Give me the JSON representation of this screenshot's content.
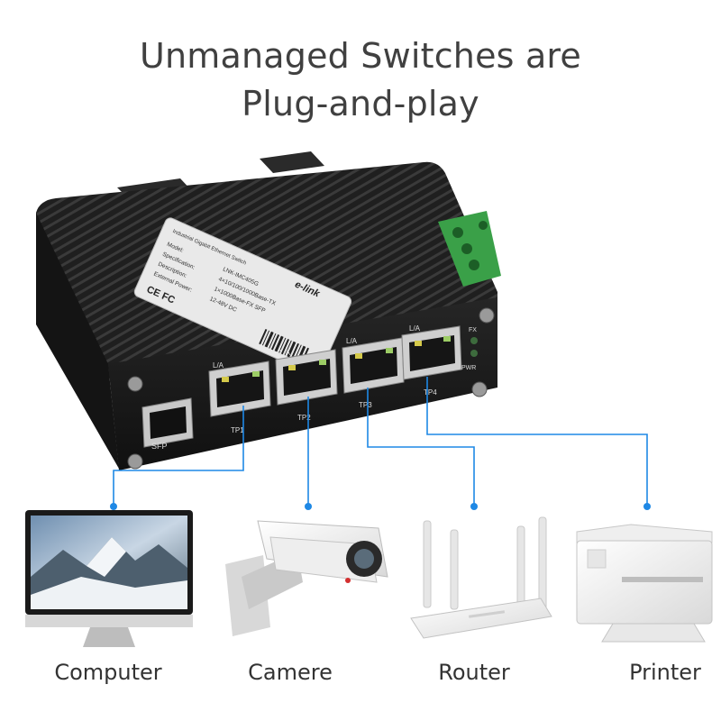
{
  "header": {
    "line1": "Unmanaged Switches are",
    "line2": "Plug-and-play"
  },
  "switch": {
    "brand": "e-link",
    "product": "Industrial Gigabit Ethernet Switch",
    "label_fields": [
      "Model:",
      "Specification:",
      "Description:",
      "External Power:"
    ],
    "label_values": [
      "LNK-IMC405G",
      "4×10/100/1000Base-TX",
      "1×1000Base-FX SFP",
      "12-48V DC"
    ],
    "cert_marks": "CE FC",
    "port_led_label": "L/A",
    "port_names": [
      "TP1",
      "TP2",
      "TP3",
      "TP4"
    ],
    "sfp_label": "SFP",
    "status_leds": [
      "FX",
      "PWR"
    ]
  },
  "devices": [
    {
      "label": "Computer"
    },
    {
      "label": "Camere"
    },
    {
      "label": "Router"
    },
    {
      "label": "Printer"
    }
  ],
  "colors": {
    "connector_line": "#1e88e5",
    "switch_body": "#1c1c1c",
    "terminal_block": "#3aa048"
  }
}
